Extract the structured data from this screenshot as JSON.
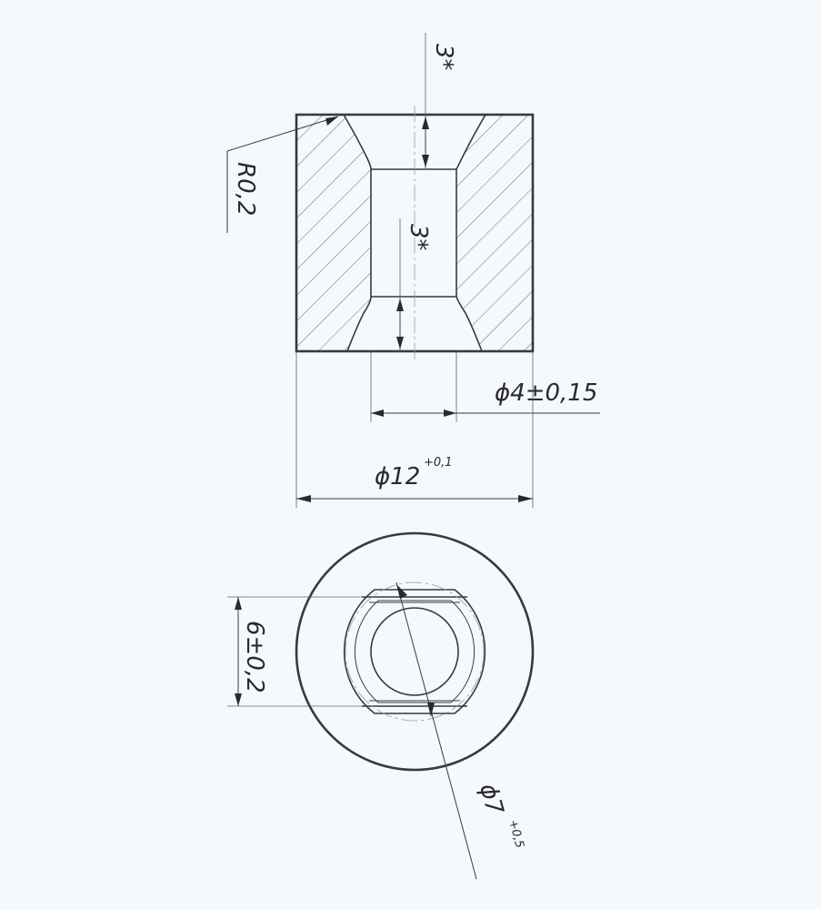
{
  "dimensions": {
    "chamfer_top": "3*",
    "chamfer_bottom": "3*",
    "fillet_radius": "R0,2",
    "bore_diameter": "ϕ4±0,15",
    "outer_diameter_main": "ϕ12",
    "outer_diameter_tol": "+0,1",
    "flat_width": "6±0,2",
    "recess_diameter_main": "ϕ7",
    "recess_diameter_tol": "+0,5"
  }
}
